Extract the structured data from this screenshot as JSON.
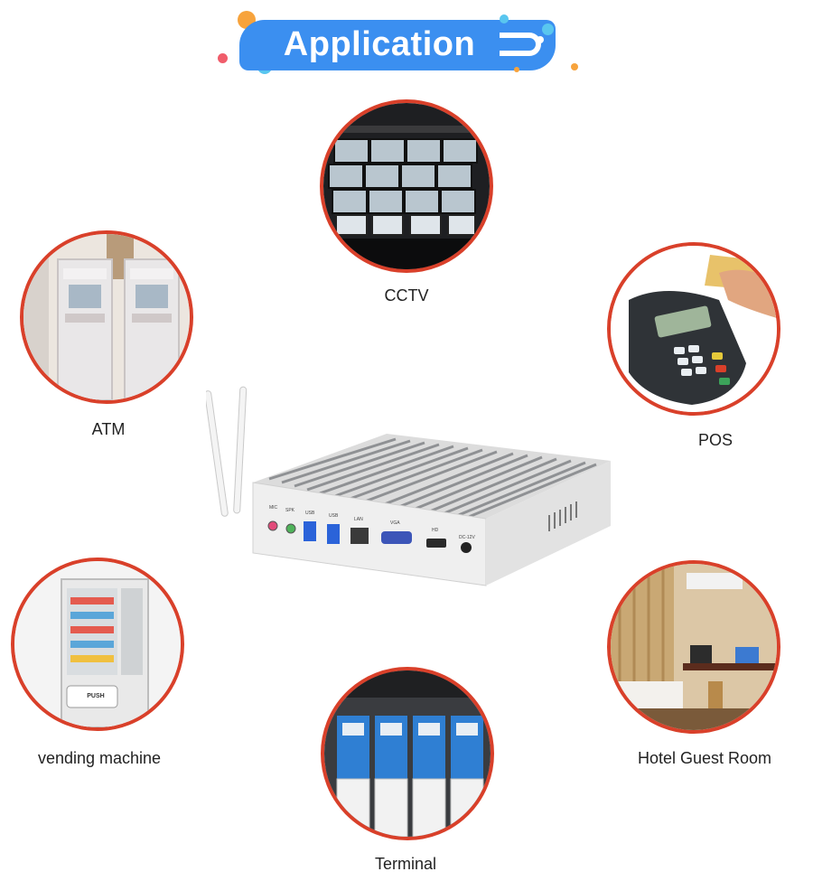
{
  "banner": {
    "title": "Application"
  },
  "applications": [
    {
      "label": "CCTV"
    },
    {
      "label": "ATM"
    },
    {
      "label": "POS"
    },
    {
      "label": "vending machine"
    },
    {
      "label": "Hotel Guest Room"
    },
    {
      "label": "Terminal"
    }
  ],
  "device": {
    "ports": [
      "MIC",
      "SPK",
      "USB",
      "USB",
      "LAN",
      "VGA",
      "HD",
      "DC-12V"
    ]
  },
  "vending": {
    "push_label": "PUSH"
  },
  "colors": {
    "accent": "#3b8ff0",
    "ring": "#d9402a"
  }
}
